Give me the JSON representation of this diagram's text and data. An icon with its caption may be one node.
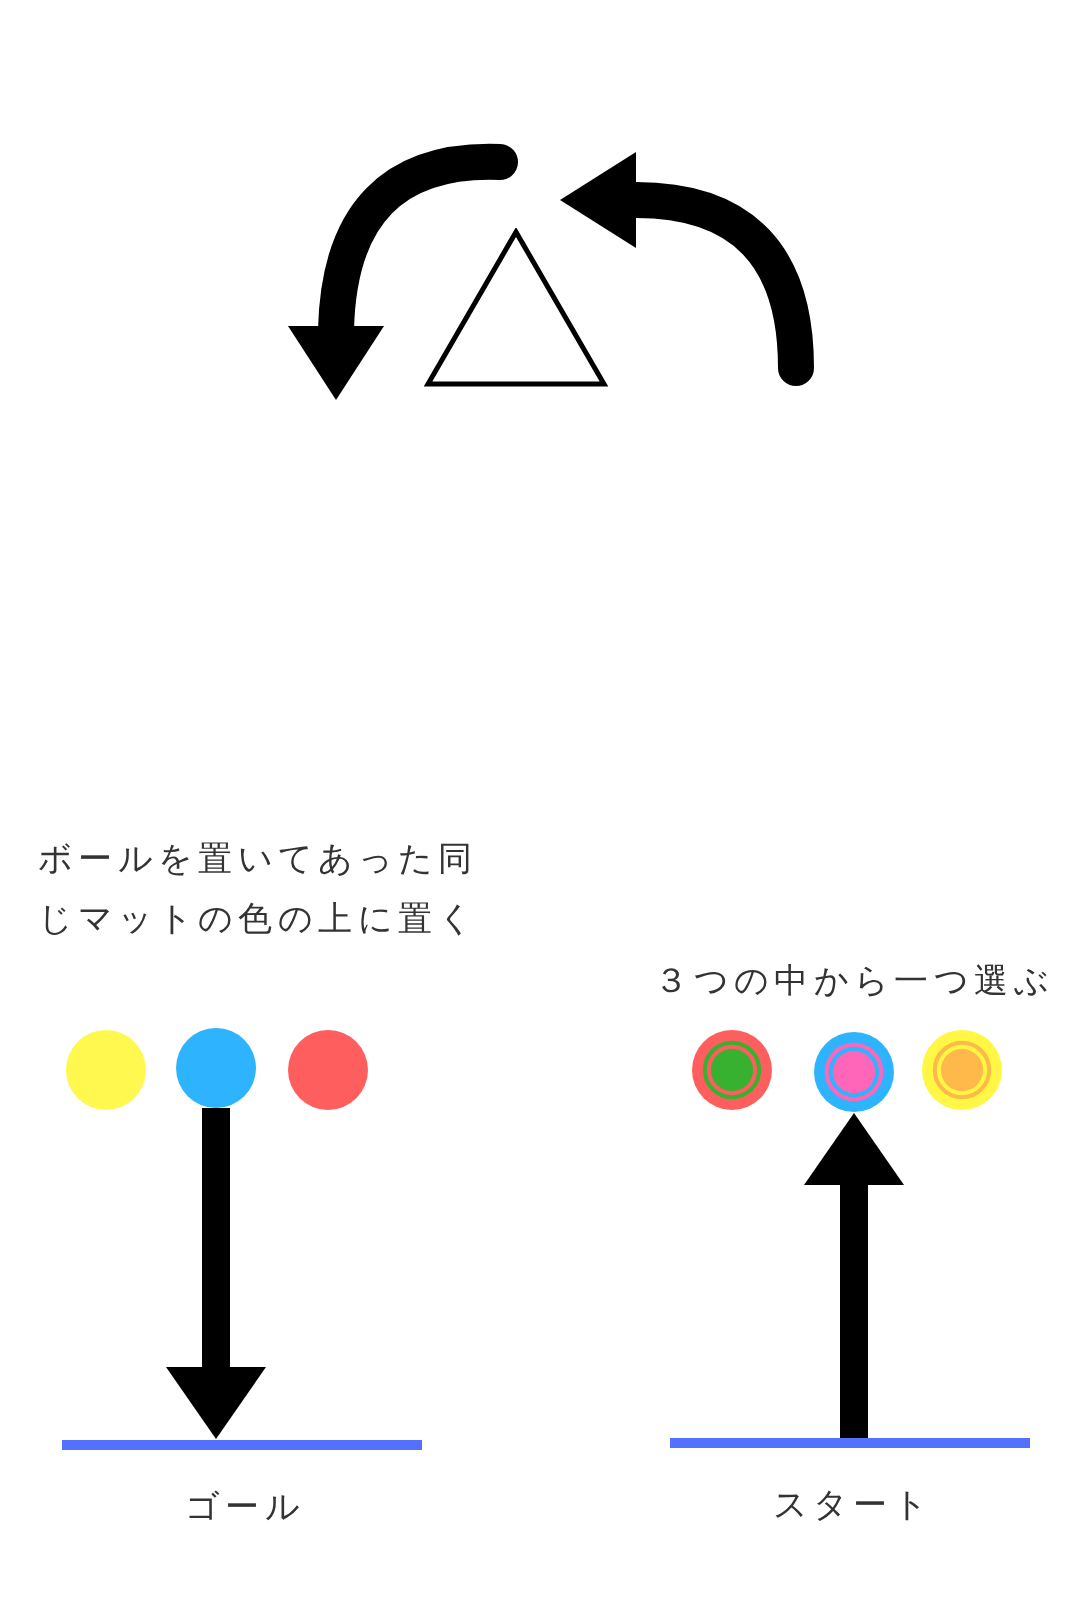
{
  "diagram": {
    "nodes": [
      {
        "text": [],
        "shape": "triangle"
      },
      {
        "text": [],
        "shape": "circle"
      },
      {
        "text": [],
        "shape": "circle"
      },
      {
        "text": [],
        "shape": "circle"
      },
      {
        "text": [],
        "shape": "circle"
      },
      {
        "text": [],
        "shape": "circle"
      },
      {
        "text": [],
        "shape": "circle"
      },
      {
        "text": [
          "ゴール"
        ]
      },
      {
        "text": [
          "スタート"
        ]
      }
    ],
    "edges": [
      {
        "from": 2,
        "to": 7,
        "arrow": "to"
      },
      {
        "from": 8,
        "to": 5,
        "arrow": "to"
      }
    ],
    "labels": [
      "ボールを置いてあった同じマットの色の上に置く",
      "３つの中から一つ選ぶ"
    ]
  }
}
